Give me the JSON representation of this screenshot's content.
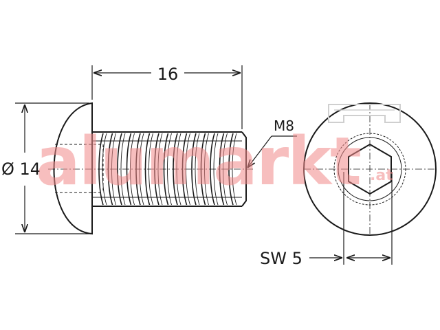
{
  "drawing": {
    "length_label": "16",
    "thread_label": "M8",
    "head_diameter_label": "Ø 14",
    "wrench_size_label": "SW 5"
  },
  "watermark": {
    "text": "alumarkt",
    "suffix": ".at",
    "color": "#f28a8a"
  },
  "colors": {
    "line": "#1a1a1a",
    "background": "#ffffff"
  }
}
